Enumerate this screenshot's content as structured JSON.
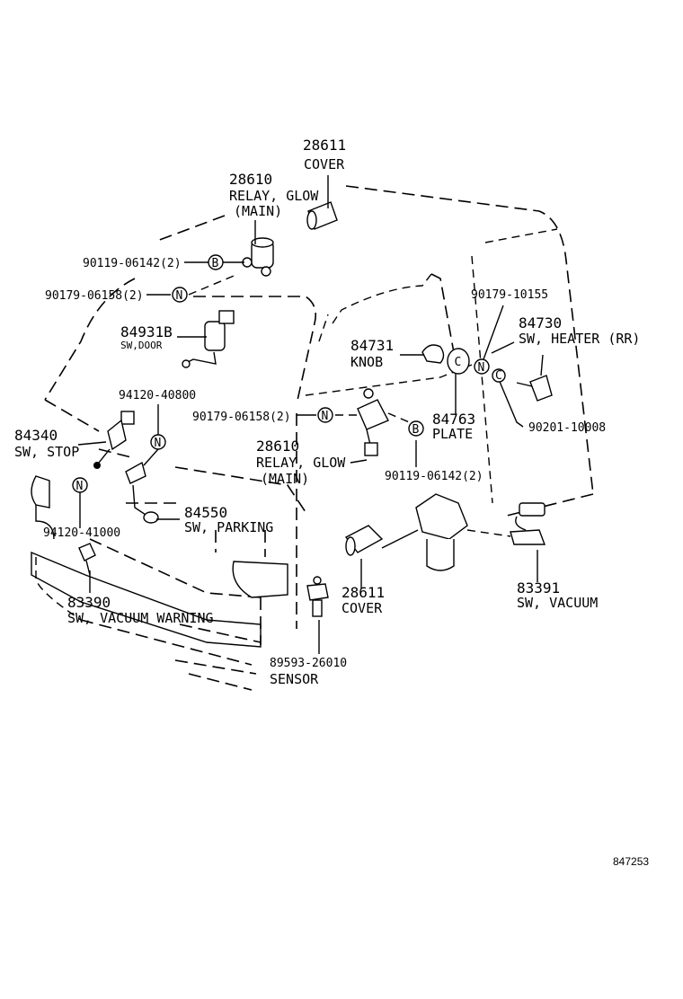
{
  "callouts": {
    "cover_top": {
      "part_no": "28611",
      "name": "COVER"
    },
    "relay_top": {
      "part_no": "28610",
      "name": "RELAY, GLOW",
      "name2": "(MAIN)"
    },
    "bolt_top": {
      "part_no": "90119-06142(2)",
      "symbol": "B"
    },
    "nut_top": {
      "part_no": "90179-06158(2)",
      "symbol": "N"
    },
    "sw_door": {
      "part_no": "84931B",
      "name": "SW,DOOR"
    },
    "nut_94120a": {
      "part_no": "94120-40800",
      "symbol": "N"
    },
    "sw_stop": {
      "part_no": "84340",
      "name": "SW, STOP"
    },
    "nut_94120b": {
      "part_no": "94120-41000",
      "symbol": "N"
    },
    "sw_parking": {
      "part_no": "84550",
      "name": "SW, PARKING"
    },
    "sw_vac_warn": {
      "part_no": "83390",
      "name": "SW, VACUUM WARNING"
    },
    "nut_mid": {
      "part_no": "90179-06158(2)",
      "symbol": "N"
    },
    "relay_mid": {
      "part_no": "28610",
      "name": "RELAY, GLOW",
      "name2": "(MAIN)"
    },
    "bolt_mid": {
      "part_no": "90119-06142(2)",
      "symbol": "B"
    },
    "knob": {
      "part_no": "84731",
      "name": "KNOB"
    },
    "nut_90179": {
      "part_no": "90179-10155",
      "symbol": "N"
    },
    "sw_heater": {
      "part_no": "84730",
      "name": "SW, HEATER (RR)"
    },
    "plate": {
      "part_no": "84763",
      "name": "PLATE",
      "symbol": "C"
    },
    "screw": {
      "part_no": "90201-10008",
      "symbol": "C"
    },
    "cover_bottom": {
      "part_no": "28611",
      "name": "COVER"
    },
    "sensor": {
      "part_no": "89593-26010",
      "name": "SENSOR"
    },
    "sw_vacuum": {
      "part_no": "83391",
      "name": "SW, VACUUM"
    }
  },
  "diagram_ref": "847253"
}
